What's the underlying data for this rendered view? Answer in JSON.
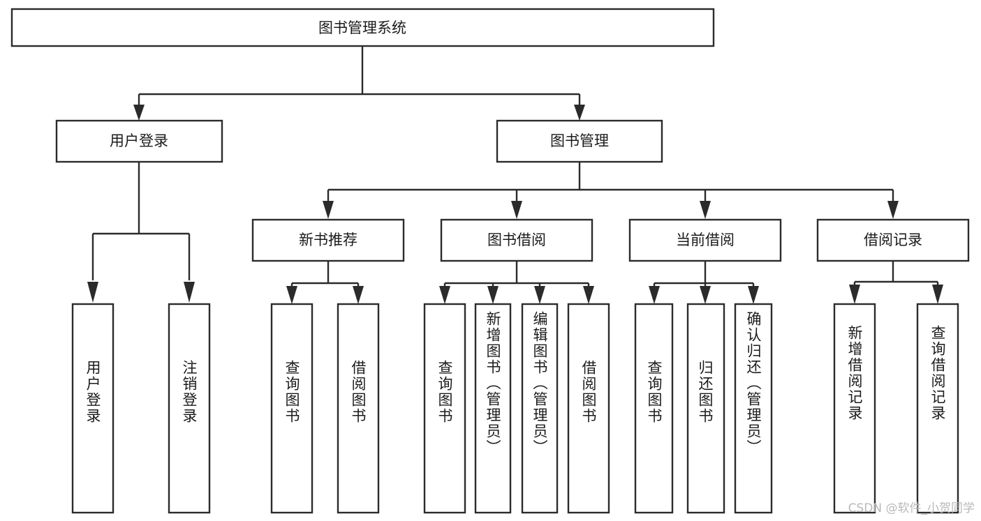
{
  "diagram": {
    "type": "tree-hierarchy",
    "title": "图书管理系统",
    "orientation": "top-down",
    "colors": {
      "background": "#ffffff",
      "box_fill": "#ffffff",
      "box_stroke": "#2b2b2b",
      "connector": "#2b2b2b",
      "text": "#1b1b1b",
      "watermark": "#b9b9b9"
    },
    "levels": [
      {
        "level": 1,
        "nodes": [
          "root"
        ]
      },
      {
        "level": 2,
        "nodes": [
          "用户登录",
          "图书管理"
        ]
      },
      {
        "level": 3,
        "nodes": [
          "新书推荐",
          "图书借阅",
          "当前借阅",
          "借阅记录"
        ]
      },
      {
        "level": 4,
        "nodes": [
          "用户登录",
          "注销登录",
          "查询图书",
          "借阅图书",
          "查询图书",
          "新增图书（管理员）",
          "编辑图书（管理员）",
          "借阅图书",
          "查询图书",
          "归还图书",
          "确认归还（管理员）",
          "新增借阅记录",
          "查询借阅记录"
        ]
      }
    ]
  },
  "root": {
    "label": "图书管理系统"
  },
  "level2": [
    {
      "id": "user-login",
      "label": "用户登录"
    },
    {
      "id": "book-management",
      "label": "图书管理"
    }
  ],
  "level3": [
    {
      "id": "new-book-recommend",
      "label": "新书推荐"
    },
    {
      "id": "book-borrow",
      "label": "图书借阅"
    },
    {
      "id": "current-borrow",
      "label": "当前借阅"
    },
    {
      "id": "borrow-record",
      "label": "借阅记录"
    }
  ],
  "leaves": {
    "user_login": [
      {
        "id": "leaf-user-login",
        "label": "用户登录"
      },
      {
        "id": "leaf-logout",
        "label": "注销登录"
      }
    ],
    "new_book_recommend": [
      {
        "id": "leaf-query-book-1",
        "label": "查询图书"
      },
      {
        "id": "leaf-borrow-book-1",
        "label": "借阅图书"
      }
    ],
    "book_borrow": [
      {
        "id": "leaf-query-book-2",
        "label": "查询图书"
      },
      {
        "id": "leaf-add-book",
        "label": "新增图书（管理员）"
      },
      {
        "id": "leaf-edit-book",
        "label": "编辑图书（管理员）"
      },
      {
        "id": "leaf-borrow-book-2",
        "label": "借阅图书"
      }
    ],
    "current_borrow": [
      {
        "id": "leaf-query-book-3",
        "label": "查询图书"
      },
      {
        "id": "leaf-return-book",
        "label": "归还图书"
      },
      {
        "id": "leaf-confirm-return",
        "label": "确认归还（管理员）"
      }
    ],
    "borrow_record": [
      {
        "id": "leaf-add-record",
        "label": "新增借阅记录"
      },
      {
        "id": "leaf-query-record",
        "label": "查询借阅记录"
      }
    ]
  },
  "watermark": {
    "text": "CSDN @软件_小贺同学"
  }
}
